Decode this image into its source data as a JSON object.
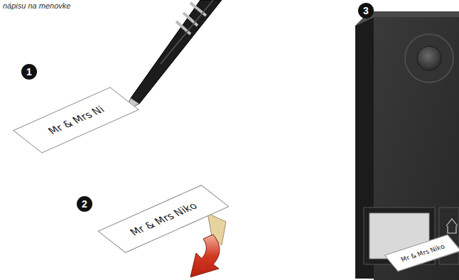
{
  "diagram": {
    "nodes": [
      {
        "text": [
          "Mr & Mrs Ni"
        ]
      },
      {
        "text": [
          "Mr & Mrs Niko"
        ]
      },
      {
        "text": [
          "Mr & Mrs Niko"
        ]
      }
    ],
    "labels": [
      "nápisu na menovke",
      "1",
      "2",
      "3"
    ]
  }
}
